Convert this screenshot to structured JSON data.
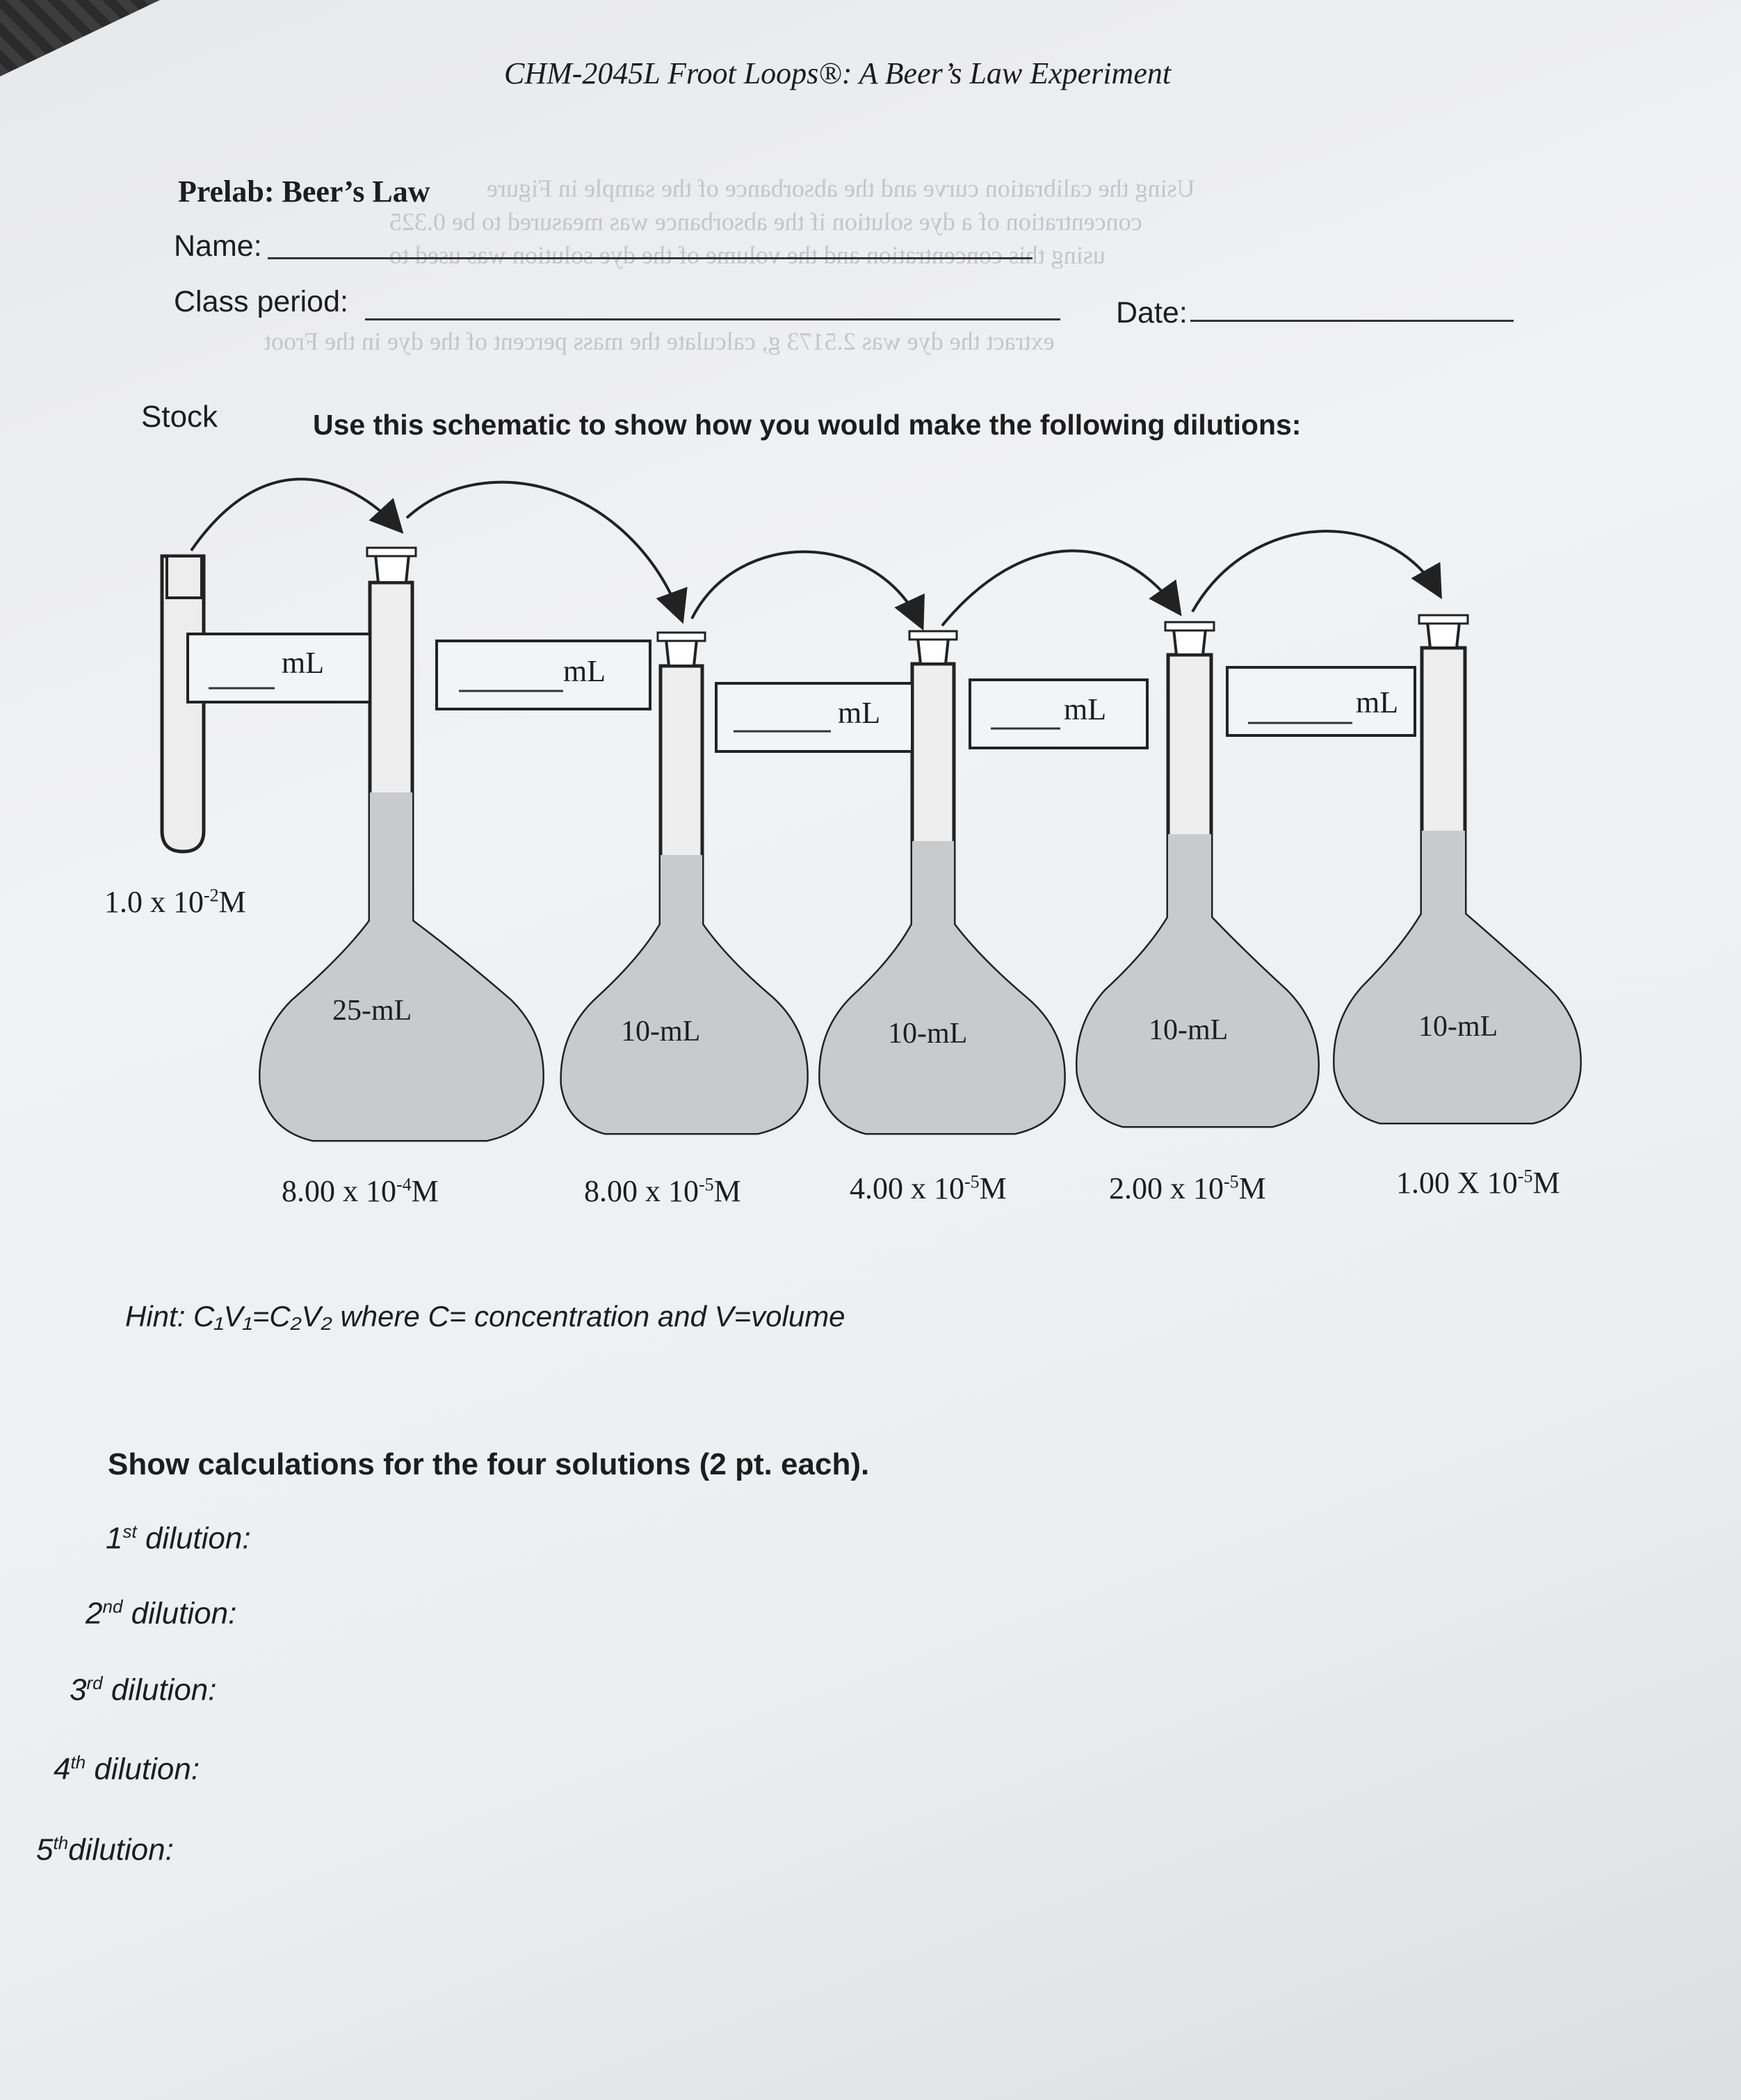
{
  "document": {
    "title": "CHM-2045L Froot Loops®: A Beer’s Law Experiment",
    "prelab": "Prelab: Beer’s Law",
    "name_label": "Name:",
    "class_period_label": "Class period:",
    "date_label": "Date:",
    "stock_label": "Stock",
    "instruction": "Use this schematic to show how you would make the following dilutions:",
    "stock_concentration": {
      "base": "1.0 x 10",
      "exp": "-2",
      "unit": "M"
    },
    "blank_unit": "mL",
    "flasks": [
      {
        "volume": "25-mL",
        "concentration": {
          "base": "8.00 x 10",
          "exp": "-4",
          "unit": "M"
        }
      },
      {
        "volume": "10-mL",
        "concentration": {
          "base": "8.00 x 10",
          "exp": "-5",
          "unit": "M"
        }
      },
      {
        "volume": "10-mL",
        "concentration": {
          "base": "4.00 x 10",
          "exp": "-5",
          "unit": "M"
        }
      },
      {
        "volume": "10-mL",
        "concentration": {
          "base": "2.00 x 10",
          "exp": "-5",
          "unit": "M"
        }
      },
      {
        "volume": "10-mL",
        "concentration": {
          "base": "1.00 X 10",
          "exp": "-5",
          "unit": "M"
        }
      }
    ],
    "hint": "Hint: C₁V₁=C₂V₂ where C= concentration and V=volume",
    "show_calculations": "Show calculations for the four solutions (2 pt. each).",
    "dilutions": [
      {
        "num": "1",
        "ord": "st",
        "label": " dilution:"
      },
      {
        "num": "2",
        "ord": "nd",
        "label": " dilution:"
      },
      {
        "num": "3",
        "ord": "rd",
        "label": " dilution:"
      },
      {
        "num": "4",
        "ord": "th",
        "label": " dilution:"
      },
      {
        "num": "5",
        "ord": "th",
        "label": "dilution:"
      }
    ]
  }
}
